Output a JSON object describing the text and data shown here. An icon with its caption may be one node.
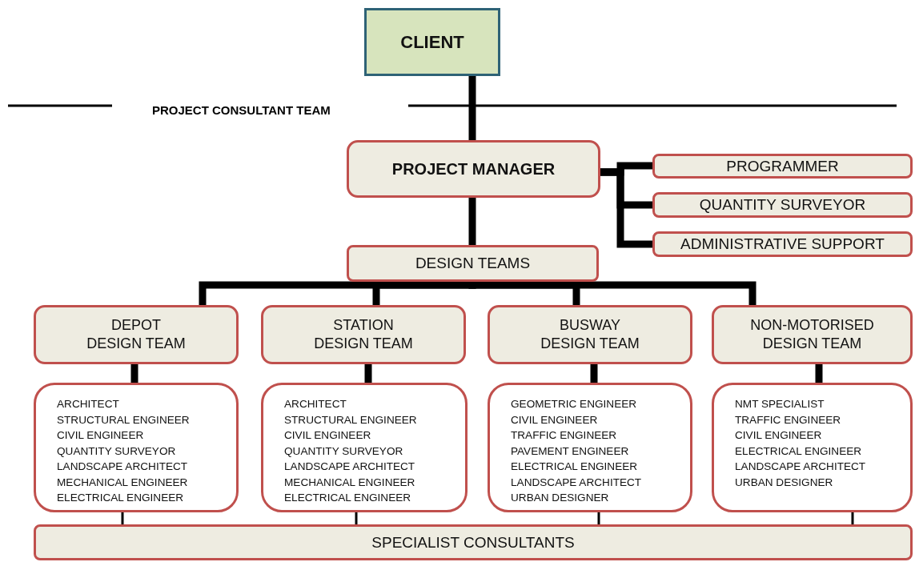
{
  "diagram": {
    "nodes": [
      {
        "text": [
          "CLIENT"
        ]
      },
      {
        "text": [
          "PROJECT MANAGER"
        ]
      },
      {
        "text": [
          "PROGRAMMER"
        ]
      },
      {
        "text": [
          "QUANTITY SURVEYOR"
        ]
      },
      {
        "text": [
          "ADMINISTRATIVE SUPPORT"
        ]
      },
      {
        "text": [
          "DESIGN TEAMS"
        ]
      },
      {
        "text": [
          "DEPOT DESIGN TEAM"
        ]
      },
      {
        "text": [
          "STATION DESIGN TEAM"
        ]
      },
      {
        "text": [
          "BUSWAY DESIGN TEAM"
        ]
      },
      {
        "text": [
          "NON-MOTORISED DESIGN TEAM"
        ]
      },
      {
        "text": [
          "ARCHITECT",
          "STRUCTURAL ENGINEER",
          "CIVIL ENGINEER",
          "QUANTITY SURVEYOR",
          "LANDSCAPE ARCHITECT",
          "MECHANICAL ENGINEER",
          "ELECTRICAL ENGINEER"
        ]
      },
      {
        "text": [
          "ARCHITECT",
          "STRUCTURAL ENGINEER",
          "CIVIL ENGINEER",
          "QUANTITY SURVEYOR",
          "LANDSCAPE ARCHITECT",
          "MECHANICAL ENGINEER",
          "ELECTRICAL ENGINEER"
        ]
      },
      {
        "text": [
          "GEOMETRIC ENGINEER",
          "CIVIL ENGINEER",
          "TRAFFIC ENGINEER",
          "PAVEMENT ENGINEER",
          "ELECTRICAL ENGINEER",
          "LANDSCAPE ARCHITECT",
          "URBAN DESIGNER"
        ]
      },
      {
        "text": [
          "NMT SPECIALIST",
          "TRAFFIC ENGINEER",
          "CIVIL ENGINEER",
          "ELECTRICAL ENGINEER",
          "LANDSCAPE ARCHITECT",
          "URBAN DESIGNER"
        ]
      },
      {
        "text": [
          "SPECIALIST CONSULTANTS"
        ]
      }
    ],
    "edges": [
      {
        "from": 0,
        "to": 1,
        "arrow": "none"
      },
      {
        "from": 1,
        "to": 2,
        "arrow": "none"
      },
      {
        "from": 1,
        "to": 3,
        "arrow": "none"
      },
      {
        "from": 1,
        "to": 4,
        "arrow": "none"
      },
      {
        "from": 1,
        "to": 5,
        "arrow": "none"
      },
      {
        "from": 5,
        "to": 6,
        "arrow": "none"
      },
      {
        "from": 5,
        "to": 7,
        "arrow": "none"
      },
      {
        "from": 5,
        "to": 8,
        "arrow": "none"
      },
      {
        "from": 5,
        "to": 9,
        "arrow": "none"
      },
      {
        "from": 6,
        "to": 10,
        "arrow": "none"
      },
      {
        "from": 7,
        "to": 11,
        "arrow": "none"
      },
      {
        "from": 8,
        "to": 12,
        "arrow": "none"
      },
      {
        "from": 9,
        "to": 13,
        "arrow": "none"
      },
      {
        "from": 10,
        "to": 14,
        "arrow": "none"
      },
      {
        "from": 11,
        "to": 14,
        "arrow": "none"
      },
      {
        "from": 12,
        "to": 14,
        "arrow": "none"
      },
      {
        "from": 13,
        "to": 14,
        "arrow": "none"
      }
    ],
    "labels": [
      "PROJECT CONSULTANT TEAM"
    ]
  }
}
